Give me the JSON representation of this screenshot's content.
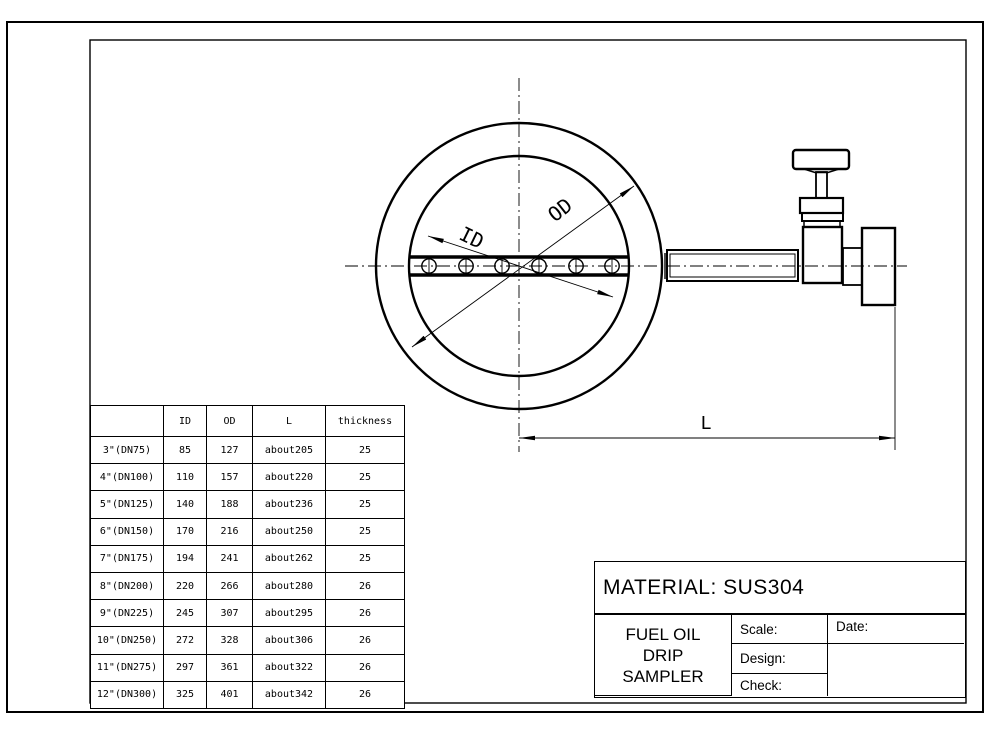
{
  "sheet": {
    "material_note": "MATERIAL: SUS304",
    "title_block": {
      "title_lines": [
        "FUEL OIL",
        "DRIP",
        "SAMPLER"
      ],
      "scale_label": "Scale:",
      "design_label": "Design:",
      "check_label": "Check:",
      "date_label": "Date:"
    }
  },
  "dimension_labels": {
    "inner_diameter": "ID",
    "outer_diameter": "OD",
    "length": "L"
  },
  "size_table": {
    "headers": [
      "",
      "ID",
      "OD",
      "L",
      "thickness"
    ],
    "rows": [
      [
        "3\"(DN75)",
        "85",
        "127",
        "about205",
        "25"
      ],
      [
        "4\"(DN100)",
        "110",
        "157",
        "about220",
        "25"
      ],
      [
        "5\"(DN125)",
        "140",
        "188",
        "about236",
        "25"
      ],
      [
        "6\"(DN150)",
        "170",
        "216",
        "about250",
        "25"
      ],
      [
        "7\"(DN175)",
        "194",
        "241",
        "about262",
        "25"
      ],
      [
        "8\"(DN200)",
        "220",
        "266",
        "about280",
        "26"
      ],
      [
        "9\"(DN225)",
        "245",
        "307",
        "about295",
        "26"
      ],
      [
        "10\"(DN250)",
        "272",
        "328",
        "about306",
        "26"
      ],
      [
        "11\"(DN275)",
        "297",
        "361",
        "about322",
        "26"
      ],
      [
        "12\"(DN300)",
        "325",
        "401",
        "about342",
        "26"
      ]
    ]
  },
  "colors": {
    "line": "#000000",
    "background": "#ffffff"
  }
}
